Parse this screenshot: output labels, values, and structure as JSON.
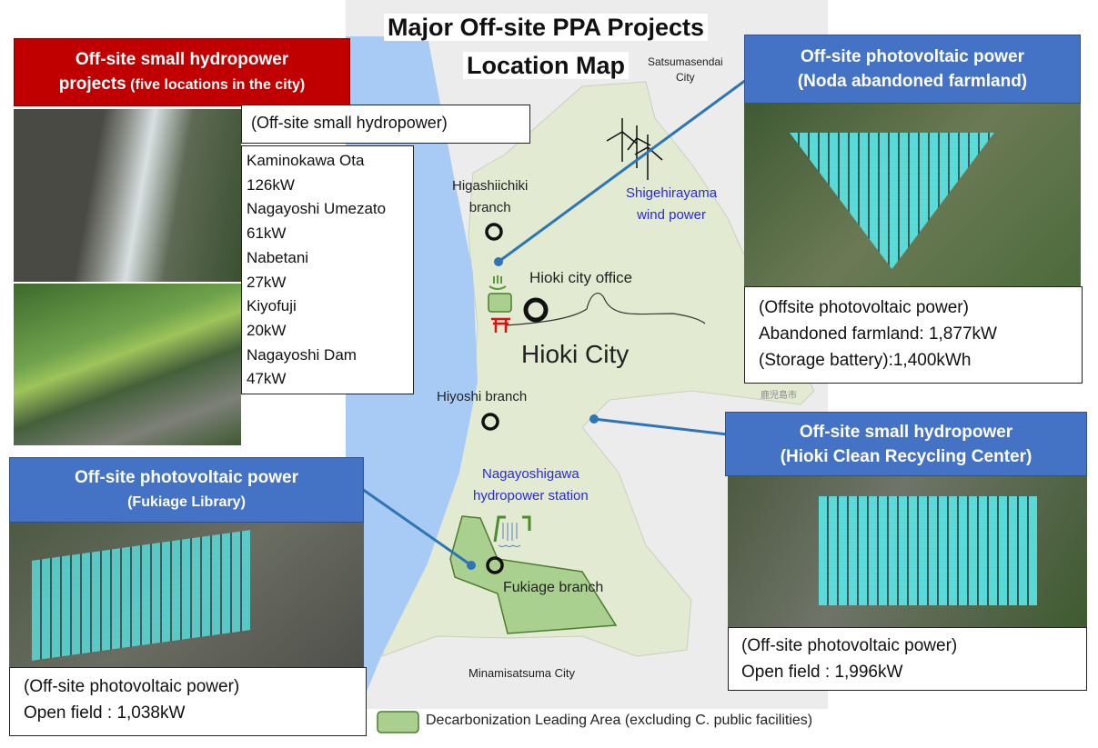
{
  "title": {
    "line1": "Major Off-site PPA Projects",
    "line2": "Location Map"
  },
  "map": {
    "satsumasendai": {
      "line1": "Satsumasendai",
      "line2": "City"
    },
    "higashiichiki": {
      "line1": "Higashiichiki",
      "line2": "branch"
    },
    "shigehirayama": {
      "line1": "Shigehirayama",
      "line2": "wind power"
    },
    "city_office": "Hioki city office",
    "city_name": "Hioki City",
    "hiyoshi": "Hiyoshi branch",
    "nagayoshigawa": {
      "line1": "Nagayoshigawa",
      "line2": "hydropower station"
    },
    "fukiage": "Fukiage branch",
    "minamisatsuma": "Minamisatsuma City",
    "kagoshima_mark": "鹿児島市"
  },
  "hydro_city": {
    "header_line1": "Off-site small hydropower",
    "header_line2_bold": "projects",
    "header_line2_rest": " (five locations in the city)",
    "caption": "(Off-site small hydropower)",
    "sites": [
      {
        "name": "Kaminokawa Ota",
        "capacity": "126kW"
      },
      {
        "name": "Nagayoshi Umezato",
        "capacity": "61kW"
      },
      {
        "name": "Nabetani",
        "capacity": "27kW"
      },
      {
        "name": "Kiyofuji",
        "capacity": "20kW"
      },
      {
        "name": "Nagayoshi Dam",
        "capacity": "47kW"
      }
    ]
  },
  "noda": {
    "header_line1": "Off-site photovoltaic power",
    "header_line2": "(Noda abandoned farmland)",
    "details": [
      "(Offsite photovoltaic power)",
      "Abandoned farmland:  1,877kW",
      "(Storage battery):1,400kWh"
    ]
  },
  "recycling": {
    "header_line1": "Off-site small hydropower",
    "header_line2": "(Hioki Clean Recycling Center)",
    "details": [
      "(Off-site photovoltaic power)",
      "Open field : 1,996kW"
    ]
  },
  "fukiage_lib": {
    "header_line1": "Off-site photovoltaic power",
    "header_line2": "(Fukiage Library)",
    "details": [
      "(Off-site photovoltaic power)",
      "Open field  :  1,038kW"
    ]
  },
  "legend": {
    "label": "Decarbonization Leading Area (excluding C. public facilities)"
  },
  "colors": {
    "header_blue": "#4472c4",
    "header_red": "#c00000",
    "land": "#e2ebd2",
    "sea": "#a8cbf5",
    "leading_area": "#a9d08e",
    "leader_line": "#2e75b6"
  }
}
